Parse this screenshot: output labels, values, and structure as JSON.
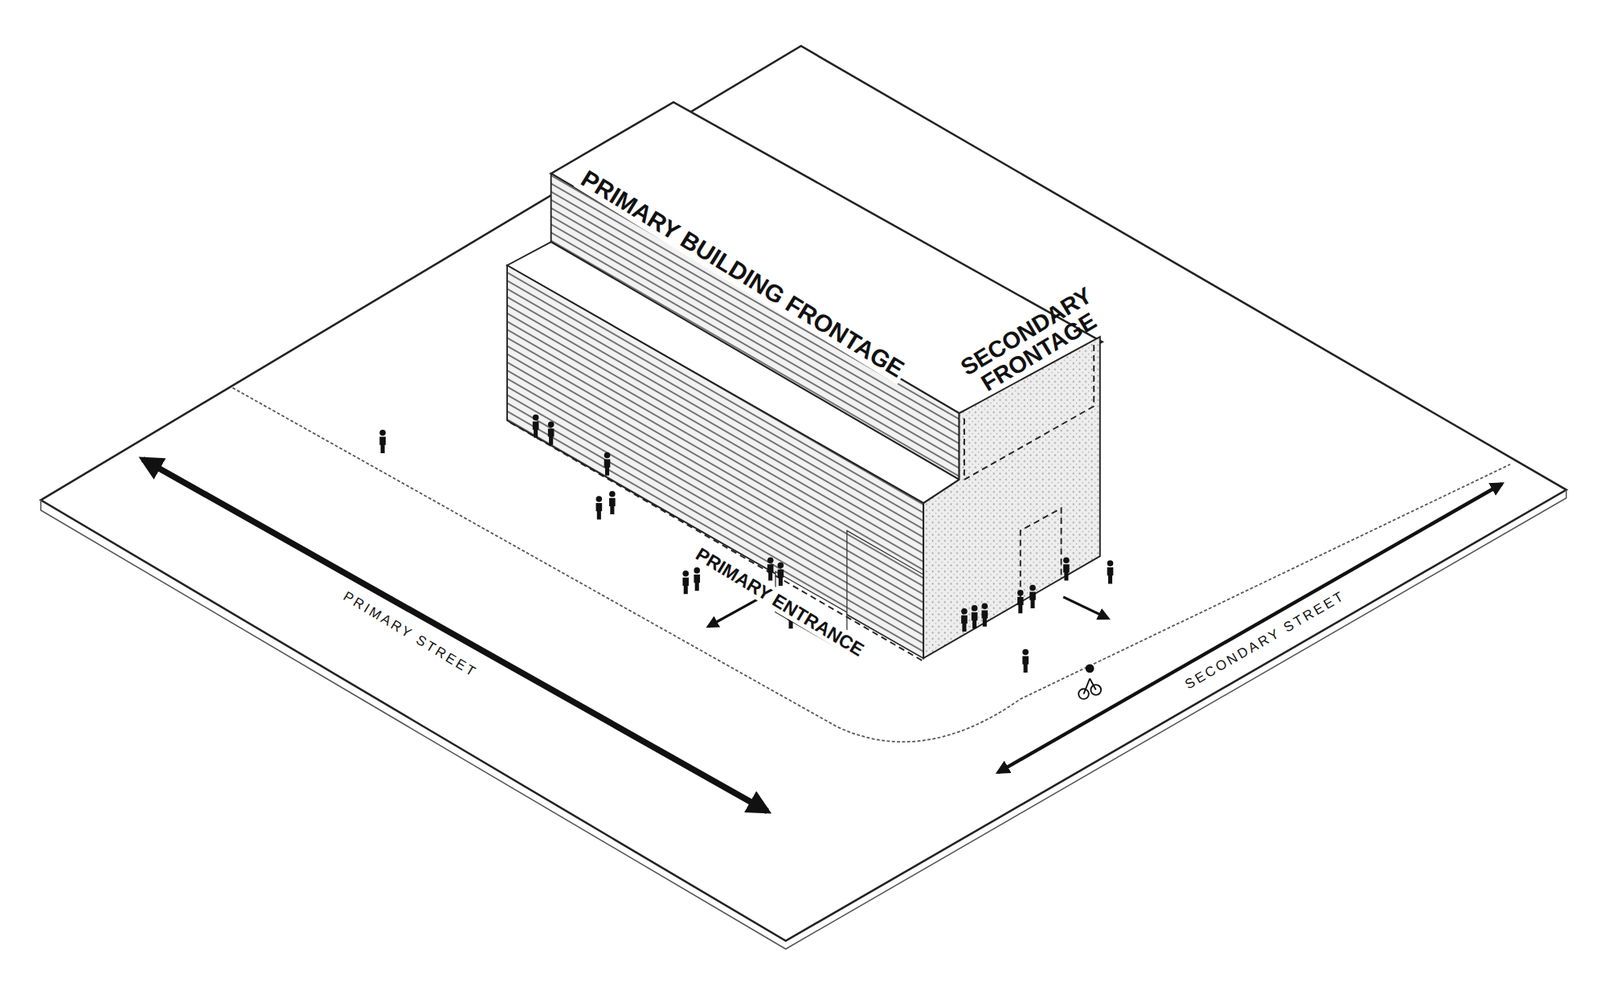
{
  "diagram": {
    "labels": [
      "PRIMARY BUILDING FRONTAGE",
      "SECONDARY FRONTAGE",
      "PRIMARY ENTRANCE",
      "PRIMARY STREET",
      "SECONDARY STREET"
    ]
  }
}
